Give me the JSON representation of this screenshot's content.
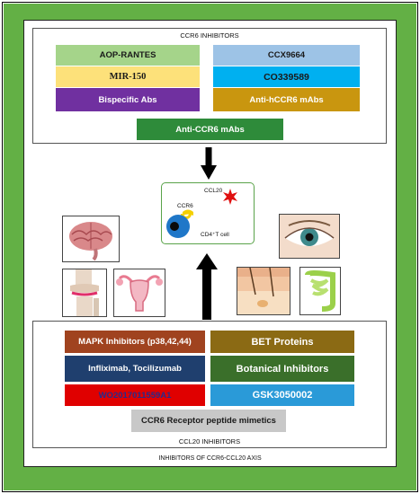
{
  "ccr6_inhibitors": {
    "title": "CCR6 INHIBITORS",
    "items": [
      {
        "label": "AOP-RANTES",
        "color": "#a5d48a",
        "text_color": "#1a1a1a"
      },
      {
        "label": "CCX9664",
        "color": "#9dc3e6",
        "text_color": "#1a1a1a"
      },
      {
        "label": "MIR-150",
        "color": "#fde17a",
        "text_color": "#1a1a1a"
      },
      {
        "label": "CO339589",
        "color": "#00b0f0",
        "text_color": "#1a1a1a"
      },
      {
        "label": "Bispecific Abs",
        "color": "#7030a0",
        "text_color": "#ffffff"
      },
      {
        "label": "Anti-hCCR6 mAbs",
        "color": "#c9960f",
        "text_color": "#ffffff"
      },
      {
        "label": "Anti-CCR6 mAbs",
        "color": "#2e8b3a",
        "text_color": "#ffffff"
      }
    ]
  },
  "cell": {
    "ccl20_label": "CCL20",
    "ccr6_label": "CCR6",
    "cell_label": "CD4⁺T cell"
  },
  "ccl20_inhibitors": {
    "title": "CCL20 INHIBITORS",
    "items": [
      {
        "label": "MAPK Inhibitors (p38,42,44)",
        "color": "#a0431f",
        "text_color": "#ffffff"
      },
      {
        "label": "BET Proteins",
        "color": "#8b6a14",
        "text_color": "#ffffff"
      },
      {
        "label": "Infliximab, Tocilizumab",
        "color": "#1f3f6e",
        "text_color": "#ffffff"
      },
      {
        "label": "Botanical Inhibitors",
        "color": "#3a6f2a",
        "text_color": "#ffffff"
      },
      {
        "label": "WO2017011559A1",
        "color": "#e00000",
        "text_color": "#2a2a8a"
      },
      {
        "label": "GSK3050002",
        "color": "#2a9ad8",
        "text_color": "#ffffff"
      },
      {
        "label": "CCR6 Receptor peptide mimetics",
        "color": "#c8c8c8",
        "text_color": "#1a1a1a"
      }
    ]
  },
  "footer": {
    "label": "INHIBITORS OF CCR6-CCL20 AXIS"
  },
  "icons": [
    "brain-icon",
    "eye-icon",
    "knee-joint-icon",
    "uterus-icon",
    "skin-icon",
    "intestine-icon"
  ]
}
